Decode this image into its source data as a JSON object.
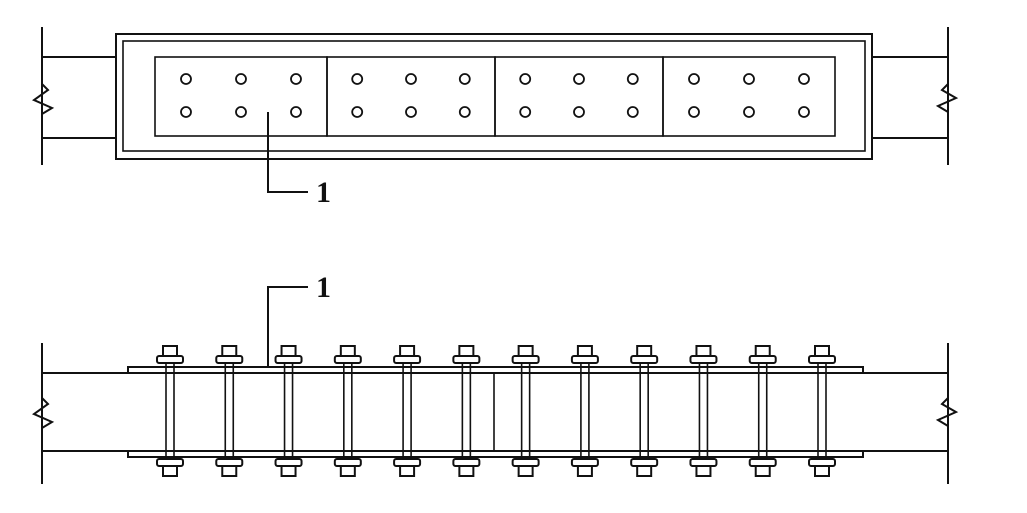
{
  "figure": {
    "plan_view": {
      "callout_label": "1",
      "plates": 4,
      "bolt_columns_per_plate": 3,
      "bolt_rows": 2
    },
    "elevation_view": {
      "callout_label": "1",
      "bolt_count": 12
    },
    "colors": {
      "line": "#111111",
      "background": "#ffffff"
    }
  }
}
